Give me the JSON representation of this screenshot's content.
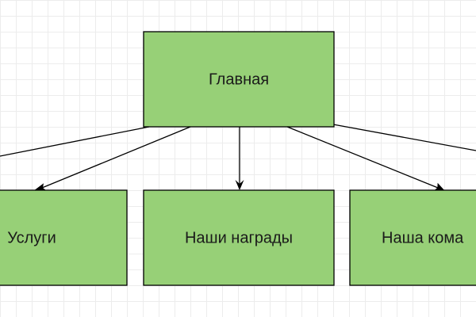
{
  "diagram": {
    "type": "tree",
    "colors": {
      "node_fill": "#97d077",
      "node_stroke": "#000000",
      "edge": "#000000",
      "grid": "#ececec"
    },
    "nodes": [
      {
        "id": "home",
        "label": "Главная"
      },
      {
        "id": "services",
        "label": "Услуги"
      },
      {
        "id": "awards",
        "label": "Наши награды"
      },
      {
        "id": "team",
        "label": "Наша кома"
      }
    ],
    "edges": [
      {
        "from": "home",
        "to": "services"
      },
      {
        "from": "home",
        "to": "awards"
      },
      {
        "from": "home",
        "to": "team"
      },
      {
        "from": "home",
        "to": "offscreen-left"
      },
      {
        "from": "home",
        "to": "offscreen-right"
      }
    ]
  }
}
